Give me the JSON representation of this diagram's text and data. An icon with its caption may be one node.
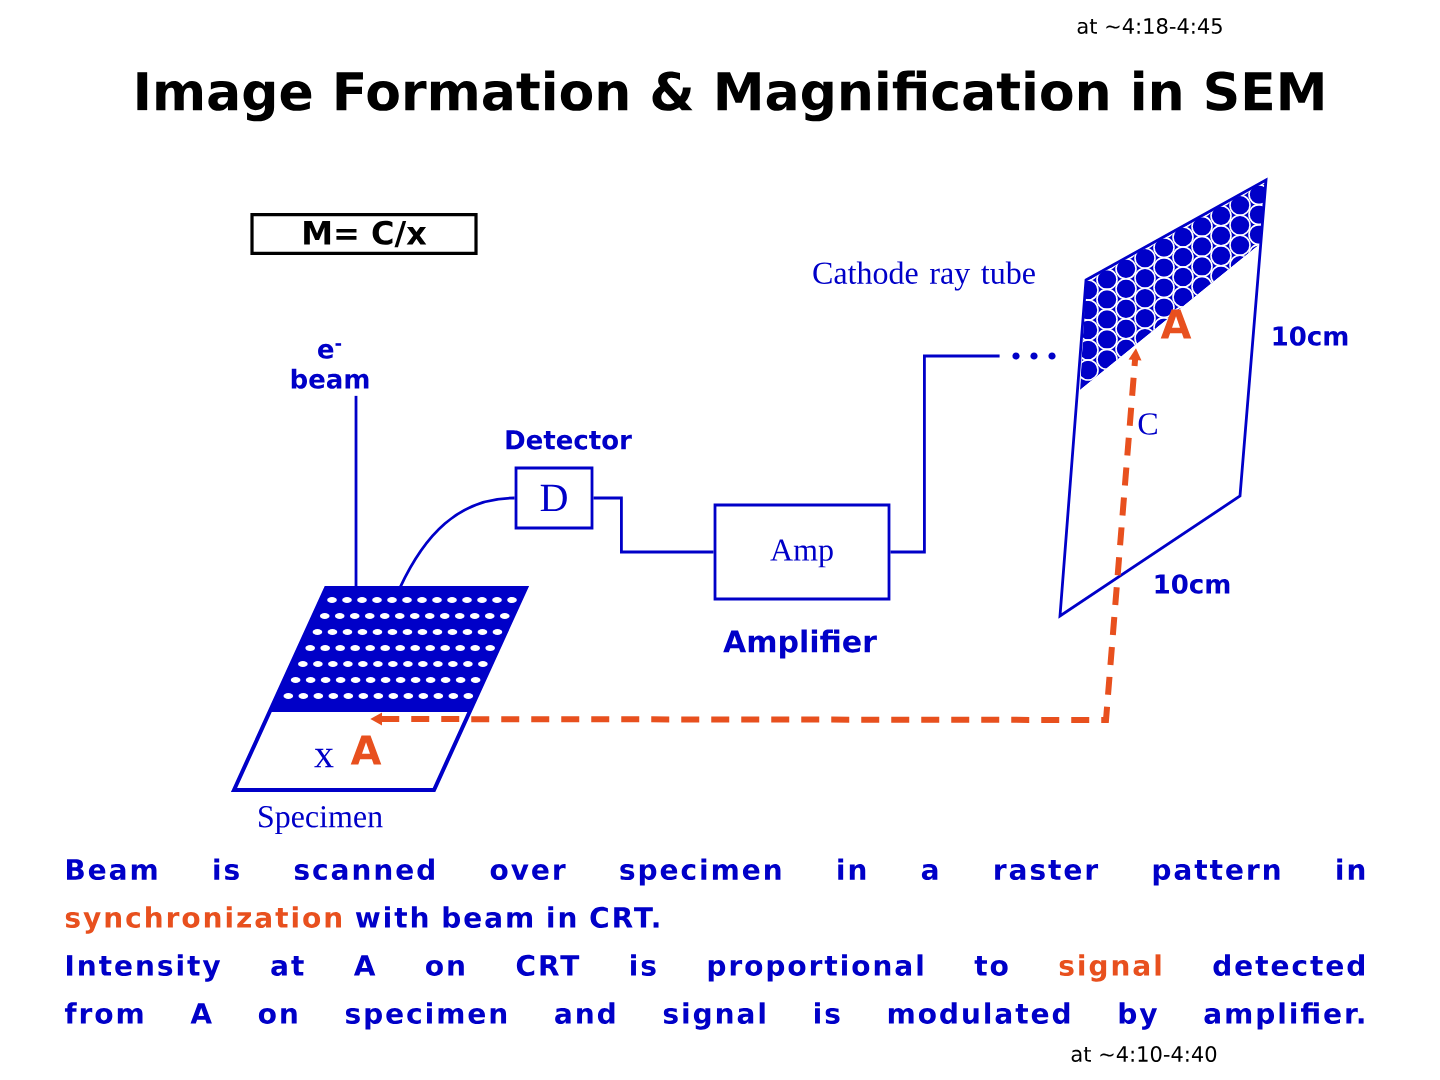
{
  "diagram": {
    "title": "Image Formation & Magnification in SEM",
    "nodes": [
      {
        "text": [
          "M= C/x"
        ]
      },
      {
        "text": [
          "e$^{-}$ beam"
        ]
      },
      {
        "text": [
          "D"
        ],
        "beside": [
          "Detector"
        ]
      },
      {
        "text": [
          "Amp"
        ],
        "beside": [
          "Amplifier"
        ]
      },
      {
        "text": [
          "A",
          "C"
        ],
        "beside": [
          "Cathode ray tube"
        ]
      },
      {
        "text": [
          "x",
          "A"
        ],
        "beside": [
          "Specimen"
        ]
      }
    ],
    "edges": [
      {
        "from": 1,
        "to": 5,
        "arrow": "none"
      },
      {
        "from": 5,
        "to": 2,
        "arrow": "none"
      },
      {
        "from": 2,
        "to": 3,
        "arrow": "none"
      },
      {
        "from": 3,
        "to": 4,
        "arrow": "none"
      },
      {
        "from": 5,
        "to": 4,
        "arrow": "both",
        "style": "dashed",
        "color": "#e8501e"
      }
    ],
    "labels": [
      "at ~4:18-4:45",
      "10cm",
      "10cm",
      "Beam is scanned over specimen in a raster pattern in",
      "synchronization",
      "with beam in CRT.",
      "Intensity at A on CRT is proportional to",
      "signal",
      "detected",
      "from A on specimen and signal is modulated by amplifier.",
      "at ~4:10-4:40"
    ]
  }
}
